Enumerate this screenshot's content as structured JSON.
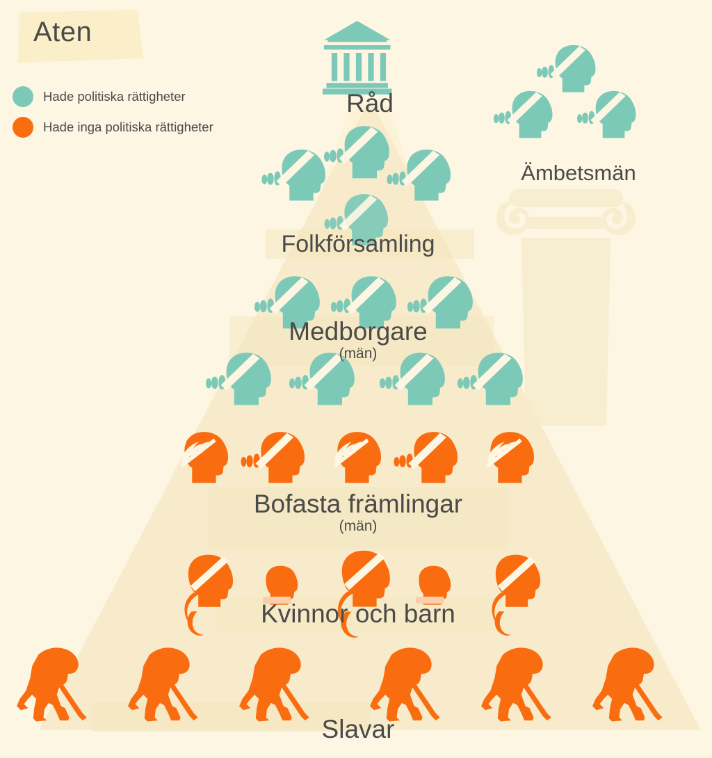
{
  "title": "Aten",
  "colors": {
    "background": "#FDF6E3",
    "banner": "#FAEFC8",
    "pyramid": "#F7EBCB",
    "pyramid_band": "#F4E6BE",
    "column": "#F7EDCF",
    "teal": "#7DC9B7",
    "orange": "#F96D10",
    "text": "#4A4A48",
    "beam": "#FBF2D6"
  },
  "legend": {
    "items": [
      {
        "color": "#7DC9B7",
        "label": "Hade politiska rättigheter",
        "icon": "teal-dot"
      },
      {
        "color": "#F96D10",
        "label": "Hade inga politiska rättigheter",
        "icon": "orange-dot"
      }
    ]
  },
  "side": {
    "label": "Ämbetsmän",
    "icon": "ionic-column-icon",
    "figures": 3,
    "figure_color": "#7DC9B7"
  },
  "pyramid": {
    "apex_icon": "greek-temple-icon",
    "tiers": [
      {
        "id": "rad",
        "label": "Råd",
        "sub": "",
        "color": "#7DC9B7",
        "figure_count": 0,
        "figure_type": "temple"
      },
      {
        "id": "folkforsamling",
        "label": "Folkförsamling",
        "sub": "",
        "color": "#7DC9B7",
        "figure_count": 4,
        "figure_type": "man-head"
      },
      {
        "id": "medborgare",
        "label": "Medborgare",
        "sub": "(män)",
        "color": "#7DC9B7",
        "figure_count": 7,
        "figure_type": "man-head"
      },
      {
        "id": "bofasta-framlingar",
        "label": "Bofasta främlingar",
        "sub": "(män)",
        "color": "#F96D10",
        "figure_count": 5,
        "figure_type": "foreigner-head"
      },
      {
        "id": "kvinnor-och-barn",
        "label": "Kvinnor och barn",
        "sub": "",
        "color": "#F96D10",
        "figure_count": 5,
        "figure_type": "woman-child-head"
      },
      {
        "id": "slavar",
        "label": "Slavar",
        "sub": "",
        "color": "#F96D10",
        "figure_count": 6,
        "figure_type": "bent-worker"
      }
    ]
  }
}
